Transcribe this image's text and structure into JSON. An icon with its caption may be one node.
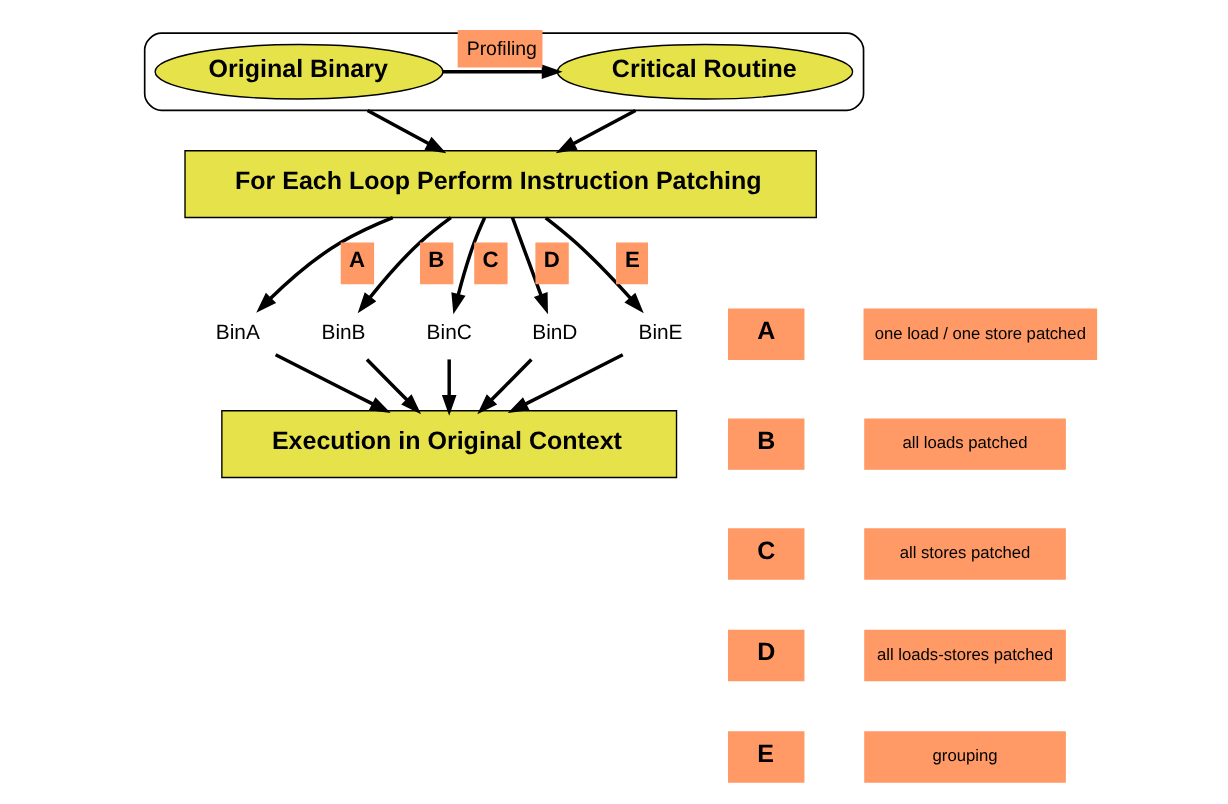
{
  "diagram": {
    "nodes": [
      {
        "text": [],
        "shape": "ellipse"
      },
      {
        "text": [
          "Original Binary"
        ],
        "in": 0
      },
      {
        "text": [
          "Critical Routine"
        ],
        "in": 0
      },
      {
        "text": [
          "For Each Loop Perform Instruction Patching"
        ]
      },
      {
        "text": [
          "BinA"
        ]
      },
      {
        "text": [
          "BinB"
        ]
      },
      {
        "text": [
          "BinC"
        ]
      },
      {
        "text": [
          "BinD"
        ]
      },
      {
        "text": [
          "BinE"
        ]
      },
      {
        "text": [
          "Execution in Original Context"
        ]
      },
      {
        "text": [
          "A"
        ]
      },
      {
        "text": [
          "one load / one store patched"
        ]
      },
      {
        "text": [
          "B"
        ]
      },
      {
        "text": [
          "all loads patched"
        ]
      },
      {
        "text": [
          "C"
        ]
      },
      {
        "text": [
          "all stores patched"
        ]
      },
      {
        "text": [
          "D"
        ]
      },
      {
        "text": [
          "all loads-stores patched"
        ]
      },
      {
        "text": [
          "E"
        ]
      },
      {
        "text": [
          "grouping"
        ]
      }
    ],
    "edges": [
      {
        "from": 1,
        "to": 2,
        "arrow": "to",
        "label": "Profiling"
      },
      {
        "from": 0,
        "to": 3,
        "arrow": "to"
      },
      {
        "from": 0,
        "to": 3,
        "arrow": "to"
      },
      {
        "from": 3,
        "to": 4,
        "arrow": "to",
        "label": "A"
      },
      {
        "from": 3,
        "to": 5,
        "arrow": "to",
        "label": "B"
      },
      {
        "from": 3,
        "to": 6,
        "arrow": "to",
        "label": "C"
      },
      {
        "from": 3,
        "to": 7,
        "arrow": "to",
        "label": "D"
      },
      {
        "from": 3,
        "to": 8,
        "arrow": "to",
        "label": "E"
      },
      {
        "from": 4,
        "to": 9,
        "arrow": "to"
      },
      {
        "from": 5,
        "to": 9,
        "arrow": "to"
      },
      {
        "from": 6,
        "to": 9,
        "arrow": "to"
      },
      {
        "from": 7,
        "to": 9,
        "arrow": "to"
      },
      {
        "from": 8,
        "to": 9,
        "arrow": "to"
      }
    ]
  }
}
